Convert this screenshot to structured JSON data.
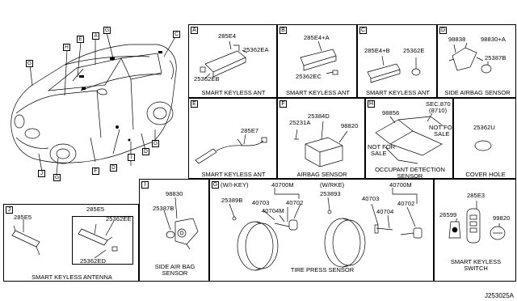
{
  "callouts": {
    "A1": "A",
    "B1": "B",
    "C1": "C",
    "E1": "E",
    "G1": "G",
    "H1": "H",
    "G2": "G",
    "D1": "D",
    "D2": "D",
    "G3": "G",
    "I1": "I",
    "F1": "F",
    "J1": "J",
    "G4": "G"
  },
  "panels": {
    "A": {
      "tag": "A",
      "parts": [
        "285E4",
        "25362EA",
        "25362EB"
      ],
      "caption": "SMART KEYLESS ANT"
    },
    "B": {
      "tag": "B",
      "parts": [
        "285E4+A",
        "25362EC"
      ],
      "caption": "SMART KEYLESS ANT"
    },
    "C": {
      "tag": "C",
      "parts": [
        "285E4+B",
        "25362E"
      ],
      "caption": "SMART KEYLESS ANT"
    },
    "D": {
      "tag": "D",
      "parts": [
        "98838",
        "98830+A",
        "25387B"
      ],
      "caption": "SIDE AIRBAG SENSOR"
    },
    "E": {
      "tag": "E",
      "parts": [
        "285E7"
      ],
      "caption": "SMART KEYLESS ANT"
    },
    "F": {
      "tag": "F",
      "parts": [
        "25384D",
        "25231A",
        "98820"
      ],
      "caption": "AIRBAG SENSOR"
    },
    "H": {
      "tag": "H",
      "parts": [
        "98856",
        "SEC.870",
        "(8710)",
        "NOT FOR",
        "SALE",
        "NOT FOR",
        "SALE"
      ],
      "caption": "OCCUPANT DETECTION\nSENSOR"
    },
    "K": {
      "parts": [
        "25362U"
      ],
      "caption": "COVER HOLE"
    },
    "J": {
      "tag": "J",
      "parts": [
        "285E5",
        "285E5",
        "25362EE",
        "25362ED"
      ],
      "caption": "SMART KEYLESS ANTENNA"
    },
    "I": {
      "tag": "I",
      "parts": [
        "98830",
        "25387B"
      ],
      "caption": "SIDE AIR BAG\nSENSOR"
    },
    "G": {
      "tag": "G",
      "variant1": "(W/I-KEY)",
      "variant2": "(W/RKE)",
      "parts": [
        "40700M",
        "25389B",
        "40703",
        "40702",
        "40704M",
        "40700M",
        "253893",
        "40703",
        "40702",
        "40704"
      ],
      "caption": "TIRE PRESS SENSOR"
    },
    "L": {
      "parts": [
        "285E3",
        "26599",
        "99820"
      ],
      "caption": "SMART KEYLESS\nSWITCH"
    }
  },
  "ref_code": "J253025A"
}
